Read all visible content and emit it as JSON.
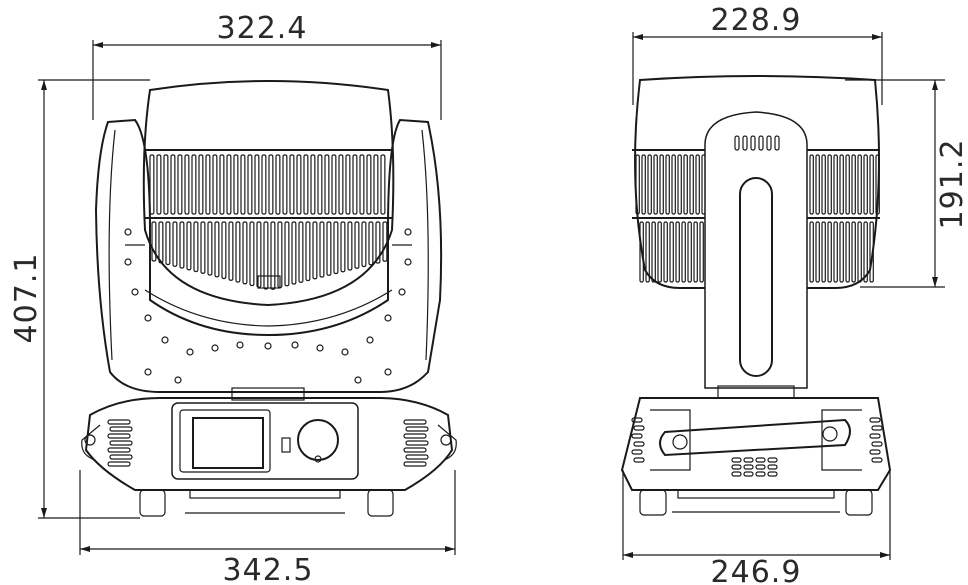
{
  "dimensions": {
    "front_top_width": "322.4",
    "front_bottom_width": "342.5",
    "front_height": "407.1",
    "side_top_width": "228.9",
    "side_bottom_width": "246.9",
    "side_head_height": "191.2"
  },
  "colors": {
    "line": "#1a1a1a",
    "background": "#ffffff"
  }
}
